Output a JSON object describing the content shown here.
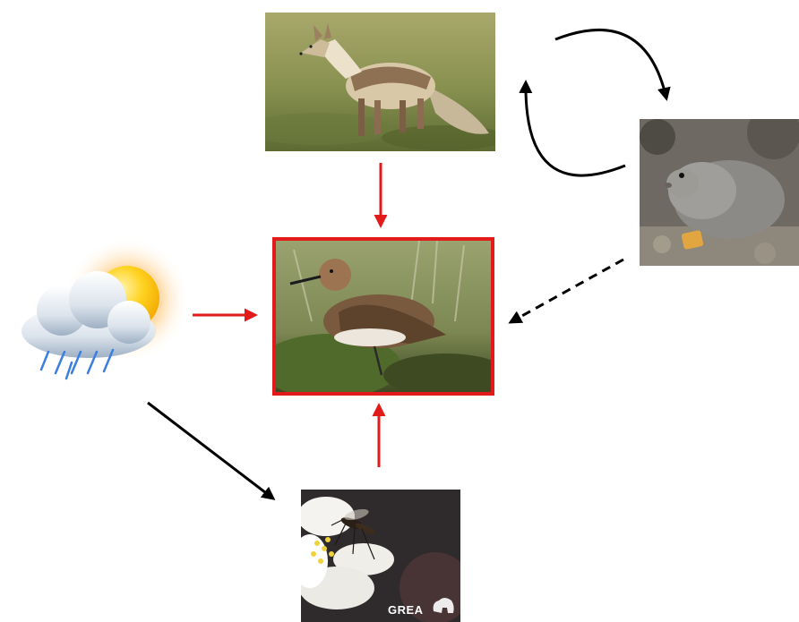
{
  "nodes": [
    {
      "id": "arctic-fox",
      "icon": "arctic-fox-photo",
      "highlight": false
    },
    {
      "id": "sandpiper",
      "icon": "shorebird-photo",
      "highlight": true,
      "highlight_color": "#e31a1a"
    },
    {
      "id": "lemming",
      "icon": "lemming-photo",
      "highlight": false
    },
    {
      "id": "weather",
      "icon": "sun-cloud-rain-icon",
      "highlight": false
    },
    {
      "id": "insect",
      "icon": "mosquito-on-flower-photo",
      "highlight": false
    }
  ],
  "edges": [
    {
      "from": "arctic-fox",
      "to": "sandpiper",
      "color": "#e31a1a",
      "style": "solid"
    },
    {
      "from": "weather",
      "to": "sandpiper",
      "color": "#e31a1a",
      "style": "solid"
    },
    {
      "from": "insect",
      "to": "sandpiper",
      "color": "#e31a1a",
      "style": "solid"
    },
    {
      "from": "lemming",
      "to": "sandpiper",
      "color": "#000000",
      "style": "dashed"
    },
    {
      "from": "weather",
      "to": "insect",
      "color": "#000000",
      "style": "solid"
    },
    {
      "from": "arctic-fox",
      "to": "lemming",
      "color": "#000000",
      "style": "curved"
    },
    {
      "from": "lemming",
      "to": "arctic-fox",
      "color": "#000000",
      "style": "curved"
    }
  ],
  "logo": {
    "text": "GREA",
    "icon": "polar-bear-logo-icon"
  }
}
